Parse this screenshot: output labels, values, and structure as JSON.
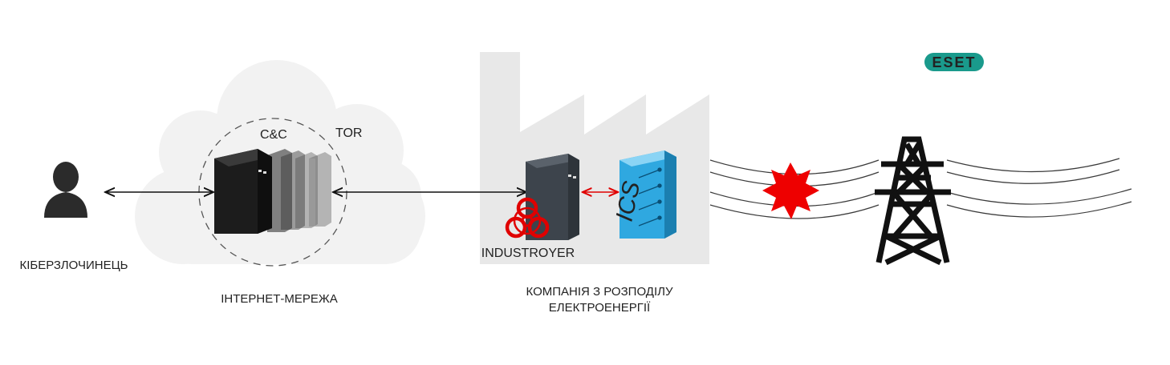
{
  "brand": {
    "logo_text": "ESET",
    "color": "#1a9a8c"
  },
  "labels": {
    "attacker": "КІБЕРЗЛОЧИНЕЦЬ",
    "internet": "ІНТЕРНЕТ-МЕРЕЖА",
    "cc": "C&C",
    "tor": "TOR",
    "company_line1": "КОМПАНІЯ З РОЗПОДІЛУ",
    "company_line2": "ЕЛЕКТРОЕНЕРГІЇ",
    "malware": "INDUSTROYER",
    "ics": "ICS"
  },
  "icons": {
    "attacker": "person-icon",
    "cloud": "cloud-icon",
    "cc_server": "server-icon",
    "company_server": "server-icon",
    "ics": "ics-server-icon",
    "biohazard": "biohazard-icon",
    "explosion": "explosion-icon",
    "tower": "power-tower-icon"
  },
  "colors": {
    "server_dark": "#1c1c1c",
    "company_server": "#3d444c",
    "ics_blue": "#2fa8e0",
    "alert_red": "#e00000",
    "factory_gray": "#e8e8e8",
    "cloud_gray": "#f2f2f2"
  }
}
